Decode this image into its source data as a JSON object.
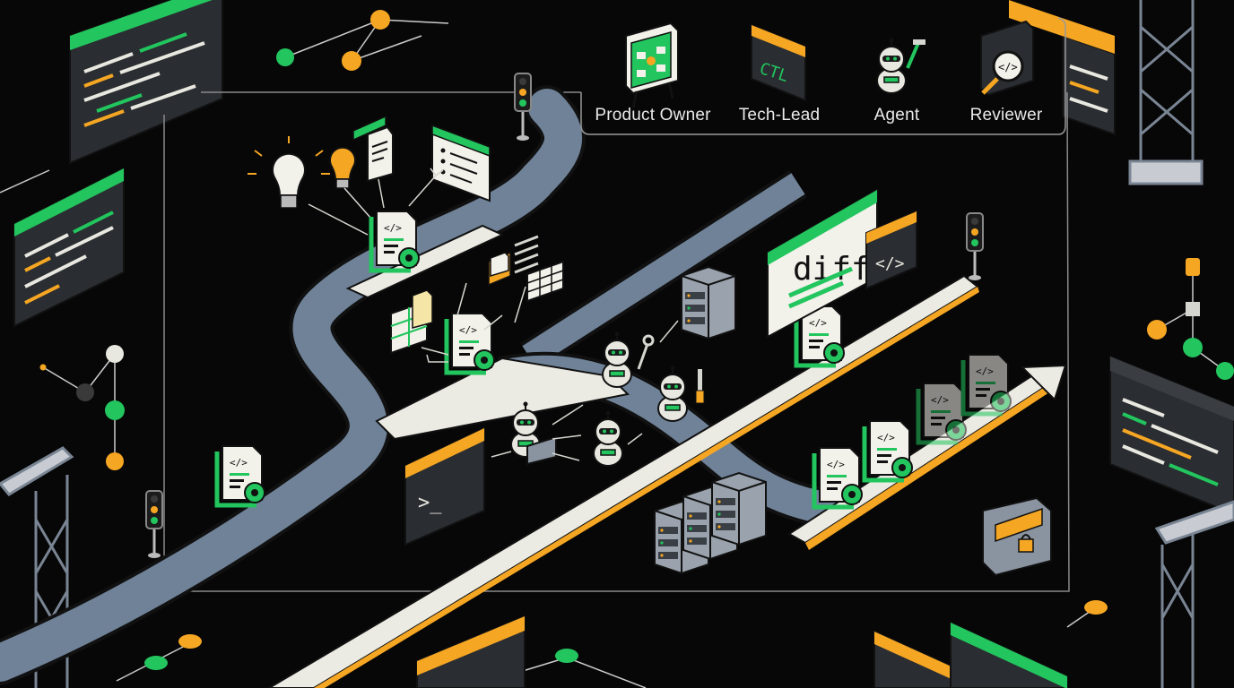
{
  "legend": {
    "roles": [
      {
        "label": "Product Owner",
        "icon": "whiteboard-icon"
      },
      {
        "label": "Tech-Lead",
        "icon": "ctl-terminal-icon"
      },
      {
        "label": "Agent",
        "icon": "robot-icon"
      },
      {
        "label": "Reviewer",
        "icon": "magnifier-code-icon"
      }
    ]
  },
  "labels": {
    "ctl": "CTL",
    "diff": "diff",
    "code_tag": "</>",
    "prompt": ">_"
  },
  "colors": {
    "background": "#070707",
    "green": "#22c55e",
    "amber": "#f5a623",
    "conveyor_blue": "#6f8298",
    "belt_cream": "#ecebe3",
    "panel": "#2a2d31",
    "steel": "#7a8594"
  }
}
